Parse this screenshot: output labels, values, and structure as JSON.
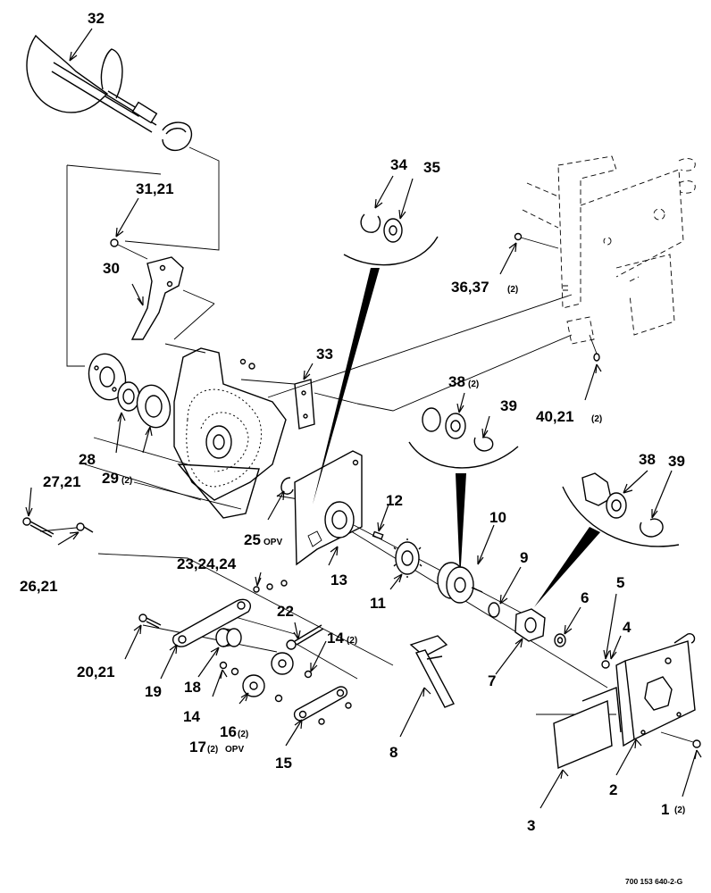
{
  "labels": {
    "l32": "32",
    "l31_21": "31,21",
    "l30": "30",
    "l34": "34",
    "l35": "35",
    "l36_37": "36,37",
    "l36_37_q": "(2)",
    "l33": "33",
    "l40_21": "40,21",
    "l40_21_q": "(2)",
    "l38a": "38",
    "l38a_q": "(2)",
    "l39a": "39",
    "l28": "28",
    "l29": "29",
    "l29_q": "(2)",
    "l27_21": "27,21",
    "l26_21": "26,21",
    "l25": "25",
    "l25_note": "OPV",
    "l12": "12",
    "l10": "10",
    "l38b": "38",
    "l39b": "39",
    "l23_24_24": "23,24,24",
    "l13": "13",
    "l11": "11",
    "l9": "9",
    "l5": "5",
    "l6": "6",
    "l4": "4",
    "l22": "22",
    "l14a": "14",
    "l14a_q": "(2)",
    "l20_21": "20,21",
    "l19": "19",
    "l18": "18",
    "l14b": "14",
    "l16": "16",
    "l16_q": "(2)",
    "l17": "17",
    "l17_q": "(2)",
    "l17_note": "OPV",
    "l15": "15",
    "l8": "8",
    "l7": "7",
    "l2": "2",
    "l3": "3",
    "l1": "1",
    "l1_q": "(2)"
  },
  "document_number": "700 153 640-2-G"
}
